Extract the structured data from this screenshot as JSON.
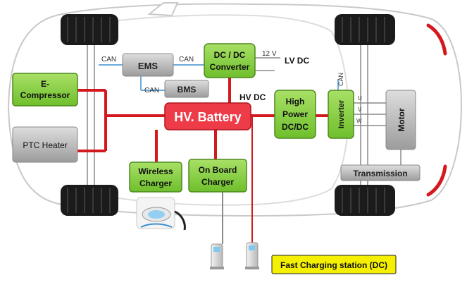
{
  "labels": {
    "ems": "EMS",
    "bms": "BMS",
    "dcdc_line1": "DC / DC",
    "dcdc_line2": "Converter",
    "lv_dc": "LV DC",
    "v12": "12 V",
    "can": "CAN",
    "ecomp_line1": "E-",
    "ecomp_line2": "Compressor",
    "ptc": "PTC Heater",
    "battery": "HV. Battery",
    "hv_dc": "HV DC",
    "hp_line1": "High",
    "hp_line2": "Power",
    "hp_line3": "DC/DC",
    "inverter": "Inverter",
    "phase_u": "U",
    "phase_v": "V",
    "phase_w": "W",
    "motor": "Motor",
    "transmission": "Transmission",
    "wireless_line1": "Wireless",
    "wireless_line2": "Charger",
    "onboard_line1": "On Board",
    "onboard_line2": "Charger",
    "fast_charging": "Fast Charging station (DC)"
  },
  "colors": {
    "hv_line": "#d4191e",
    "battery_fill": "#ee3b48",
    "green_fill": "#8bd246",
    "green_stroke": "#4d8a1e",
    "gray_fill": "#bcbcbc",
    "can_line": "#3a8fd1",
    "fast_charge_fill": "#f4f000"
  }
}
